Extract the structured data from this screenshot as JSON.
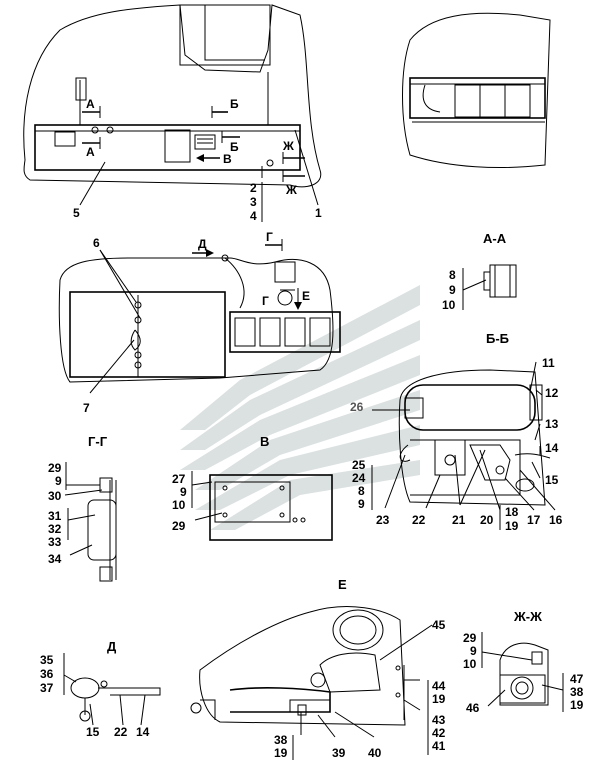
{
  "views": {
    "main": {
      "callouts": [
        "5",
        "2",
        "3",
        "4",
        "1"
      ],
      "section_marks": [
        "А",
        "А",
        "Б",
        "Б",
        "В",
        "Ж",
        "Ж"
      ]
    },
    "top_right": {},
    "mid": {
      "callouts": [
        "6",
        "7"
      ],
      "section_marks": [
        "Д",
        "Г",
        "Г",
        "Е"
      ]
    },
    "aa": {
      "title": "А-А",
      "callouts": [
        "8",
        "9",
        "10"
      ]
    },
    "bb": {
      "title": "Б-Б",
      "callouts": [
        "11",
        "12",
        "13",
        "14",
        "15",
        "16",
        "17",
        "18",
        "19",
        "20",
        "21",
        "22",
        "23",
        "24",
        "25",
        "26",
        "8",
        "9"
      ]
    },
    "gg": {
      "title": "Г-Г",
      "callouts": [
        "29",
        "9",
        "30",
        "31",
        "32",
        "33",
        "34"
      ]
    },
    "v": {
      "title": "В",
      "callouts": [
        "27",
        "9",
        "10",
        "29"
      ]
    },
    "d": {
      "title": "Д",
      "callouts": [
        "35",
        "36",
        "37",
        "15",
        "22",
        "14"
      ]
    },
    "e": {
      "title": "Е",
      "callouts": [
        "45",
        "44",
        "19",
        "43",
        "42",
        "41",
        "38",
        "19",
        "39",
        "40"
      ]
    },
    "zhzh": {
      "title": "Ж-Ж",
      "callouts": [
        "29",
        "9",
        "10",
        "47",
        "38",
        "19",
        "46"
      ]
    }
  }
}
